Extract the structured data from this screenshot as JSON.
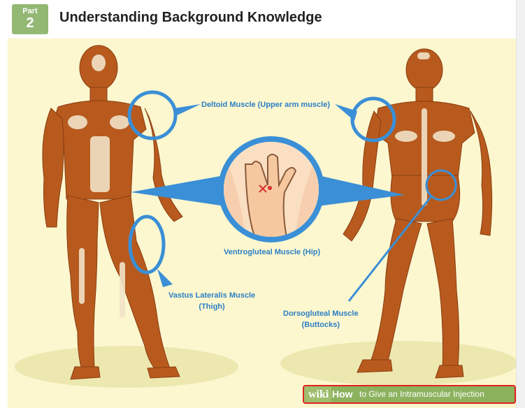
{
  "header": {
    "part_label": "Part",
    "part_number": "2",
    "title": "Understanding Background Knowledge"
  },
  "labels": {
    "deltoid": "Deltoid Muscle (Upper arm muscle)",
    "ventrogluteal": "Ventrogluteal Muscle (Hip)",
    "vastus_line1": "Vastus Lateralis Muscle",
    "vastus_line2": "(Thigh)",
    "dorso_line1": "Dorsogluteal Muscle",
    "dorso_line2": "(Buttocks)"
  },
  "branding": {
    "wiki": "wiki",
    "how": "How",
    "tagline": "to Give an Intramuscular Injection"
  },
  "colors": {
    "accent_blue": "#2c7fc4",
    "badge_green": "#93b874",
    "muscle": "#b85a1e",
    "background": "#fcf7cf",
    "banner_border": "#e0221c"
  }
}
